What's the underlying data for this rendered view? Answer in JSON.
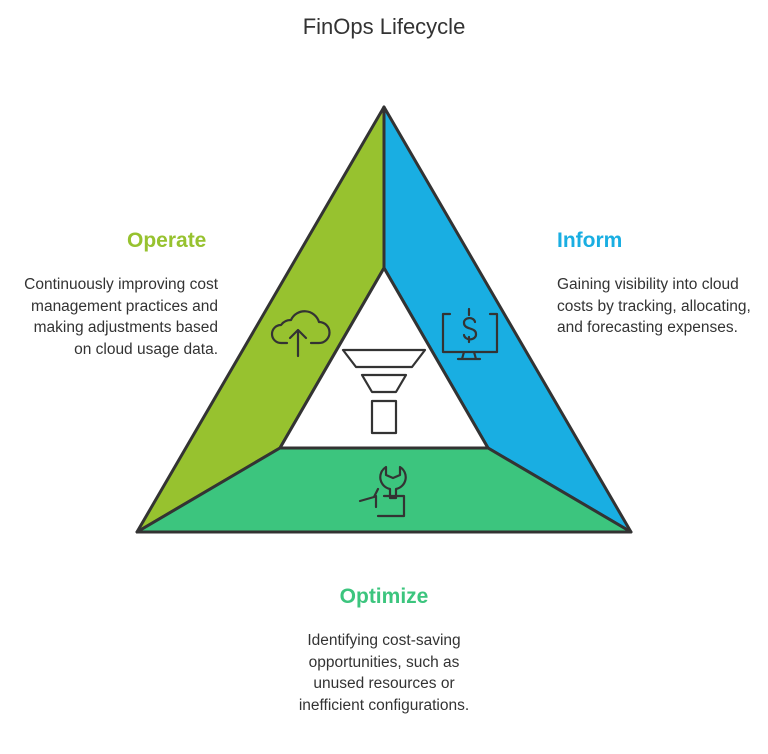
{
  "title": "FinOps Lifecycle",
  "colors": {
    "operate": "#97C22F",
    "inform": "#19AEE2",
    "optimize": "#3CC57E",
    "outline": "#333333"
  },
  "sections": {
    "operate": {
      "heading": "Operate",
      "description": "Continuously improving cost management practices and making adjustments based on cloud usage data.",
      "icon": "cloud-upload-icon"
    },
    "inform": {
      "heading": "Inform",
      "description": "Gaining visibility into cloud costs by tracking, allocating, and forecasting expenses.",
      "icon": "monitor-dollar-icon"
    },
    "optimize": {
      "heading": "Optimize",
      "description": "Identifying cost-saving opportunities, such as unused resources or inefficient configurations.",
      "icon": "wrench-hand-icon"
    }
  },
  "center_icon": "funnel-icon"
}
